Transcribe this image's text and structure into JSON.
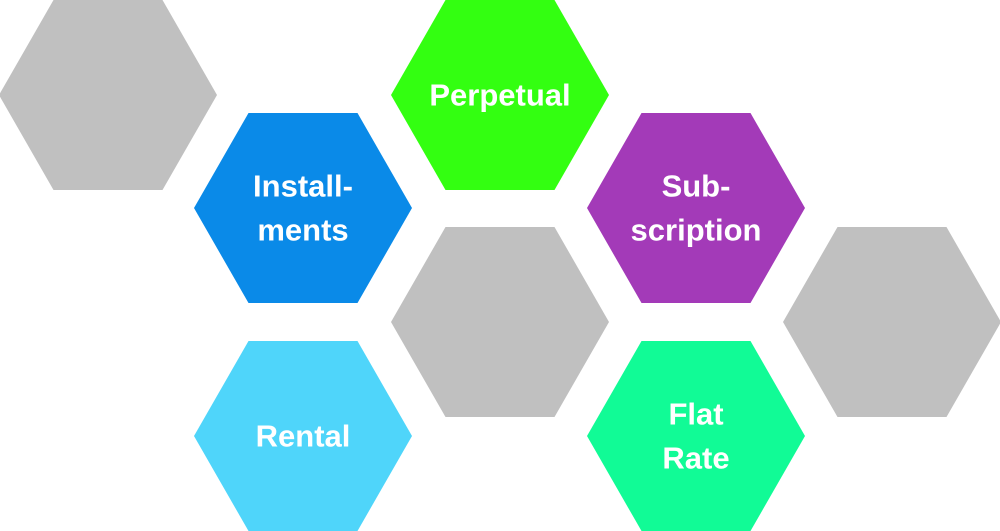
{
  "hexagons": [
    {
      "id": "hex-gray-top-left",
      "color": "#c0c0c0",
      "lines": []
    },
    {
      "id": "hex-perpetual",
      "color": "#33ff11",
      "lines": [
        "Perpetual"
      ]
    },
    {
      "id": "hex-installments",
      "color": "#0a8ae8",
      "lines": [
        "Install-",
        "ments"
      ]
    },
    {
      "id": "hex-subscription",
      "color": "#a33ab8",
      "lines": [
        "Sub-",
        "scription"
      ]
    },
    {
      "id": "hex-gray-center",
      "color": "#c0c0c0",
      "lines": []
    },
    {
      "id": "hex-gray-right",
      "color": "#c0c0c0",
      "lines": []
    },
    {
      "id": "hex-rental",
      "color": "#4fd5fa",
      "lines": [
        "Rental"
      ]
    },
    {
      "id": "hex-flat-rate",
      "color": "#11fb96",
      "lines": [
        "Flat",
        "Rate"
      ]
    }
  ]
}
